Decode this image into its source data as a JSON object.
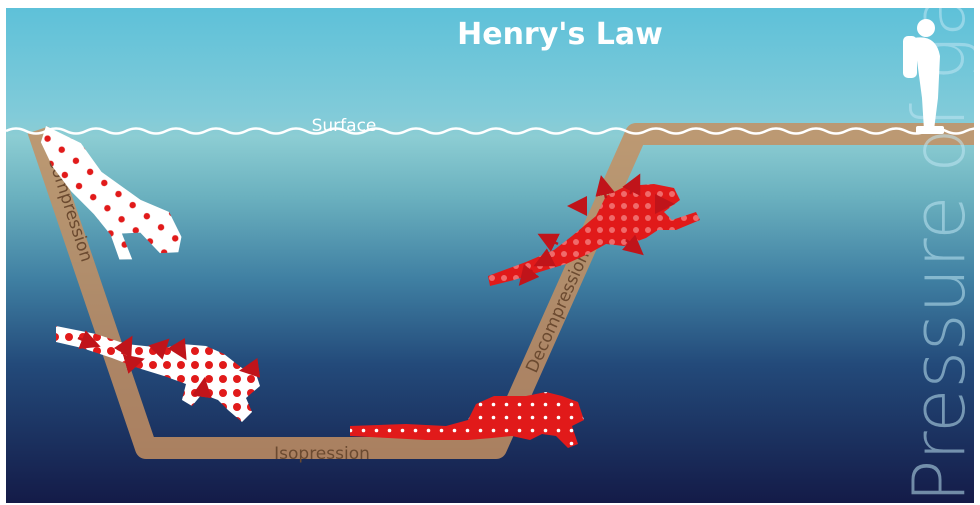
{
  "diagram": {
    "title": "Henry's Law",
    "surface_label": "Surface",
    "stages": {
      "compression": "Compression",
      "isopression": "Isopression",
      "decompression": "Decompression"
    },
    "axis_label": "Pressure of gas"
  },
  "colors": {
    "path": "#c48f62",
    "diver_red": "#e11a1a",
    "diver_light": "#ffffff",
    "surface_wave": "#ffffff"
  }
}
